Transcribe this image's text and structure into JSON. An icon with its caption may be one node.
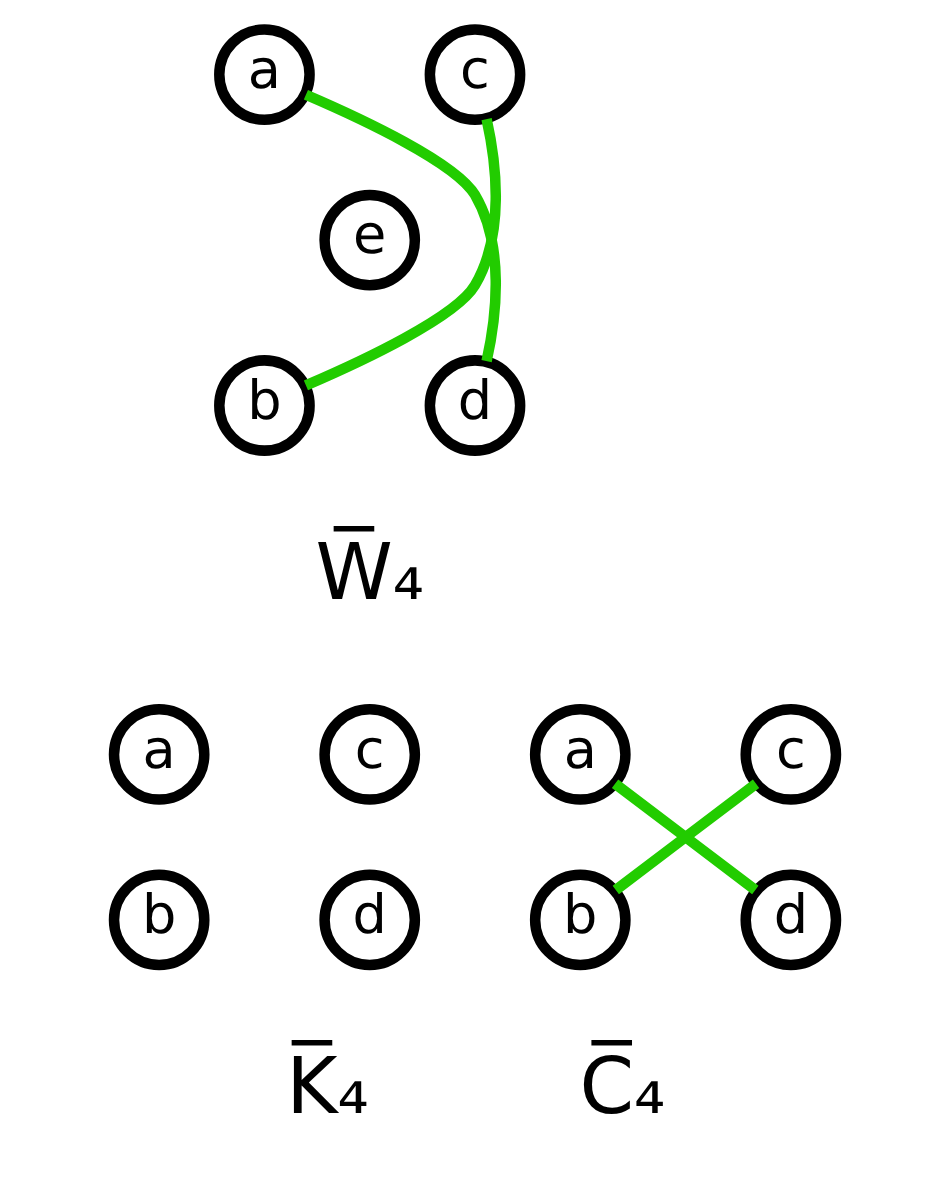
{
  "diagram": {
    "nodes": [
      {
        "text": [
          "a"
        ]
      },
      {
        "text": [
          "c"
        ]
      },
      {
        "text": [
          "e"
        ]
      },
      {
        "text": [
          "b"
        ]
      },
      {
        "text": [
          "d"
        ]
      },
      {
        "text": [
          "a"
        ]
      },
      {
        "text": [
          "c"
        ]
      },
      {
        "text": [
          "b"
        ]
      },
      {
        "text": [
          "d"
        ]
      },
      {
        "text": [
          "a"
        ]
      },
      {
        "text": [
          "c"
        ]
      },
      {
        "text": [
          "b"
        ]
      },
      {
        "text": [
          "d"
        ]
      }
    ],
    "edges": [
      {
        "from": 0,
        "to": 4,
        "arrow": "none"
      },
      {
        "from": 1,
        "to": 3,
        "arrow": "none"
      },
      {
        "from": 9,
        "to": 12,
        "arrow": "none"
      },
      {
        "from": 10,
        "to": 11,
        "arrow": "none"
      }
    ],
    "labels": [
      "W̅₄",
      "K̅₄",
      "C̅₄"
    ]
  }
}
